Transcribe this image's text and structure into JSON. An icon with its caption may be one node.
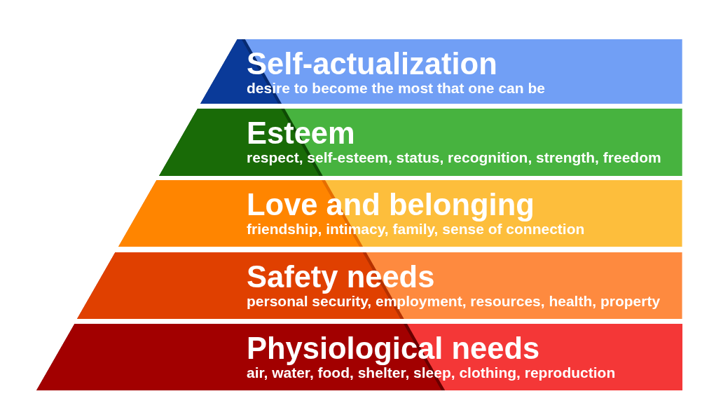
{
  "diagram": {
    "nodes": [
      {
        "text": [
          "Self-actualization",
          "desire to become the most that one can be"
        ]
      },
      {
        "text": [
          "Esteem",
          "respect, self-esteem, status, recognition, strength, freedom"
        ]
      },
      {
        "text": [
          "Love and belonging",
          "friendship, intimacy, family, sense of connection"
        ]
      },
      {
        "text": [
          "Safety needs",
          "personal security, employment, resources, health, property"
        ]
      },
      {
        "text": [
          "Physiological needs",
          "air, water, food, shelter, sleep, clothing, reproduction"
        ]
      }
    ]
  }
}
